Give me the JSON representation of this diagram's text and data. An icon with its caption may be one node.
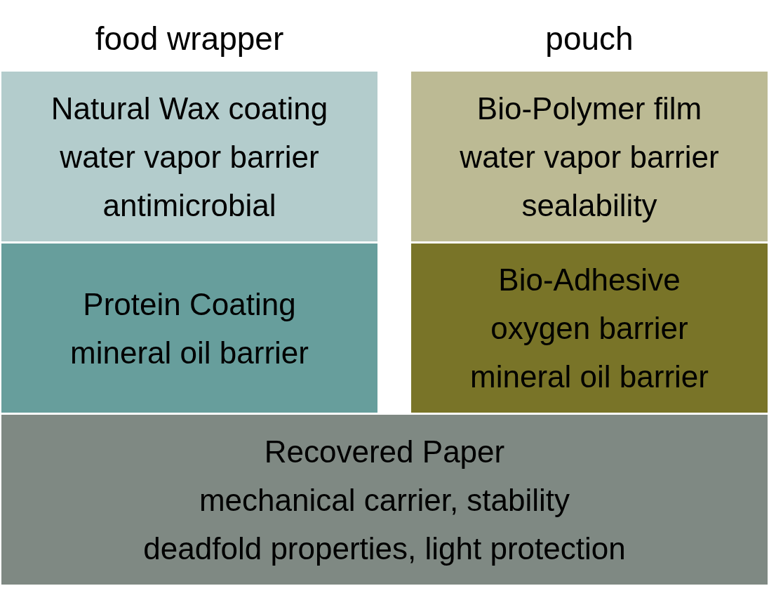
{
  "diagram": {
    "nodes": [
      {
        "text": [
          "Natural Wax coating",
          "water vapor barrier",
          "antimicrobial"
        ]
      },
      {
        "text": [
          "Bio-Polymer film",
          "water vapor barrier",
          "sealability"
        ]
      },
      {
        "text": [
          "Protein Coating",
          "mineral oil barrier"
        ]
      },
      {
        "text": [
          "Bio-Adhesive",
          "oxygen barrier",
          "mineral oil barrier"
        ]
      },
      {
        "text": [
          "Recovered Paper",
          "mechanical carrier, stability",
          "deadfold properties, light protection"
        ]
      }
    ],
    "labels": [
      "food wrapper",
      "pouch"
    ]
  }
}
